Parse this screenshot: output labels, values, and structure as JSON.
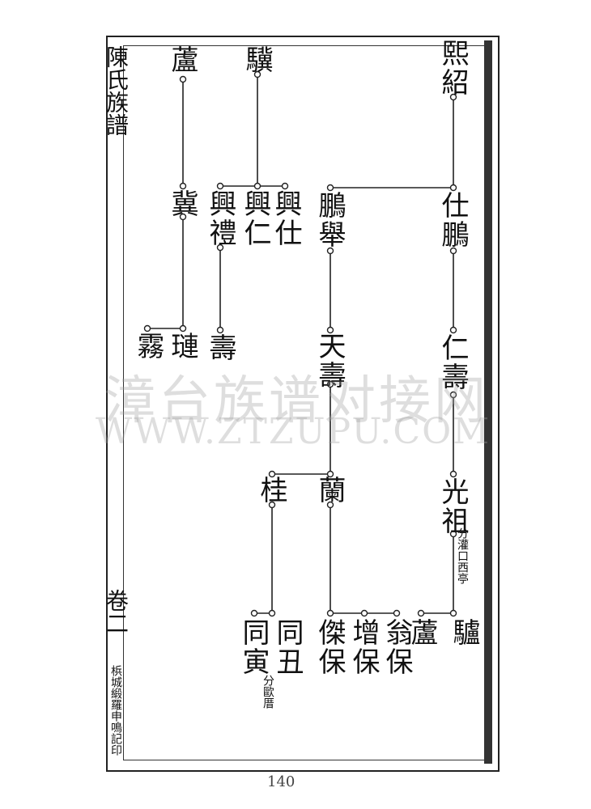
{
  "spine": {
    "top_title": "陳氏族譜",
    "chapter": "卷二",
    "imprint": "梹城緞羅申鳴記印"
  },
  "persons": {
    "xishao": "熙紹",
    "shipeng": "仕鵬",
    "pengju": "鵬舉",
    "renshou": "仁壽",
    "tianshou": "天壽",
    "guangzu": "光祖",
    "lan": "蘭",
    "gui": "桂",
    "ji_gen3": "驥",
    "xingshi": "興仕",
    "xingren": "興仁",
    "xingli": "興禮",
    "shou": "壽",
    "lu_top": "蘆",
    "ji_ji": "冀",
    "lian": "璉",
    "wu": "霧",
    "li_g8": "驢",
    "lu_g8": "蘆",
    "wengbao": "翁保",
    "zengbao": "增保",
    "jiebao": "傑保",
    "tongchou": "同丑",
    "tongyin": "同寅"
  },
  "notes": {
    "guangzu_note": "分灌口西亭",
    "tongyin_note": "分歐厝"
  },
  "watermark": {
    "line1": "漳台族谱对接网",
    "line2": "WWW.ZTZUPU.COM"
  },
  "page_number": "140"
}
